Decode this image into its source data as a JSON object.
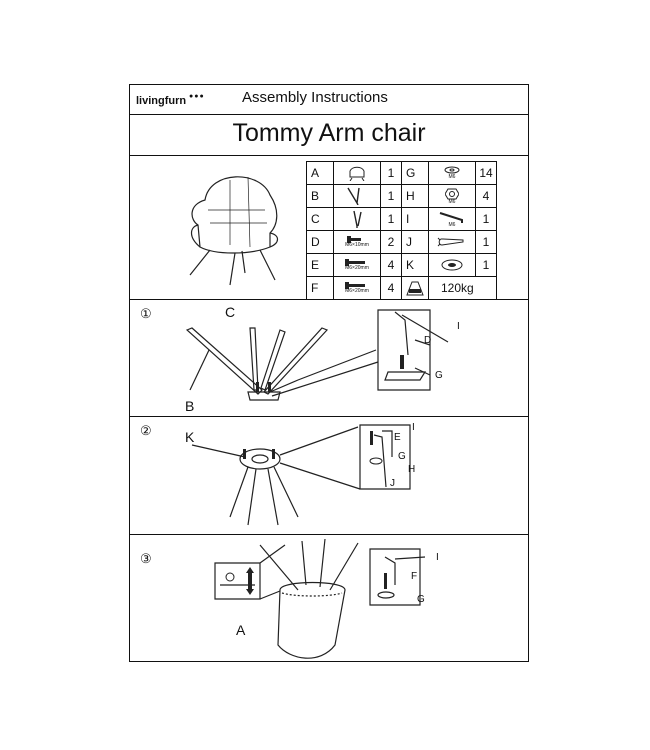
{
  "header": {
    "brand": "livingfurn",
    "title": "Assembly Instructions"
  },
  "product": {
    "name": "Tommy Arm chair"
  },
  "parts": [
    {
      "letter": "A",
      "qty": "1",
      "icon": "seat-icon",
      "size": ""
    },
    {
      "letter": "B",
      "qty": "1",
      "icon": "leg-pair-icon",
      "size": ""
    },
    {
      "letter": "C",
      "qty": "1",
      "icon": "leg-pair-icon",
      "size": ""
    },
    {
      "letter": "D",
      "qty": "2",
      "icon": "bolt-icon",
      "size": "M6×10mm"
    },
    {
      "letter": "E",
      "qty": "4",
      "icon": "bolt-icon",
      "size": "M6×20mm"
    },
    {
      "letter": "F",
      "qty": "4",
      "icon": "bolt-icon",
      "size": "M6×20mm"
    },
    {
      "letter": "G",
      "qty": "14",
      "icon": "washer-icon",
      "size": "M6"
    },
    {
      "letter": "H",
      "qty": "4",
      "icon": "nut-icon",
      "size": "M6"
    },
    {
      "letter": "I",
      "qty": "1",
      "icon": "allen-key-icon",
      "size": "M6"
    },
    {
      "letter": "J",
      "qty": "1",
      "icon": "wrench-icon",
      "size": ""
    },
    {
      "letter": "K",
      "qty": "1",
      "icon": "swivel-plate-icon",
      "size": ""
    },
    {
      "letter": "",
      "qty": "120kg",
      "icon": "weight-icon",
      "size": ""
    }
  ],
  "steps": [
    {
      "number": "①",
      "labels": [
        "C",
        "B",
        "I",
        "D",
        "G"
      ]
    },
    {
      "number": "②",
      "labels": [
        "K",
        "I",
        "E",
        "G",
        "H",
        "J"
      ]
    },
    {
      "number": "③",
      "labels": [
        "A",
        "I",
        "F",
        "G"
      ]
    }
  ]
}
